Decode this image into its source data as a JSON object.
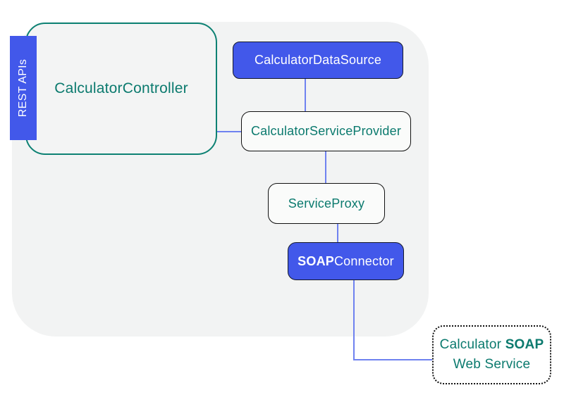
{
  "rest_api_label": "REST APIs",
  "nodes": {
    "controller": {
      "label": "CalculatorController"
    },
    "datasource": {
      "label": "CalculatorDataSource"
    },
    "service_provider": {
      "label": "CalculatorServiceProvider"
    },
    "service_proxy": {
      "label": "ServiceProxy"
    },
    "soap_connector": {
      "label_bold": "SOAP",
      "label_rest": "Connector"
    },
    "soap_web_service": {
      "line1_regular": "Calculator ",
      "line1_bold": "SOAP",
      "line2": "Web Service"
    }
  },
  "colors": {
    "node_blue": "#4258ea",
    "node_blue_border": "#15192b",
    "teal_text": "#0b7a6e",
    "teal_border": "#0d8173",
    "boundary_gray": "#f2f3f3",
    "connector_blue": "#6f82f0",
    "light_node_bg": "#fafbfa"
  }
}
